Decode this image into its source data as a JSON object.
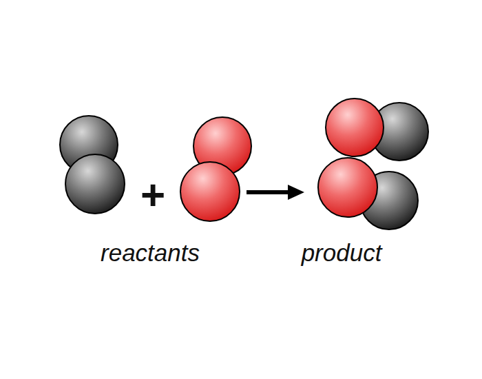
{
  "diagram": {
    "labels": [
      "+",
      "reactants",
      "product"
    ]
  }
}
